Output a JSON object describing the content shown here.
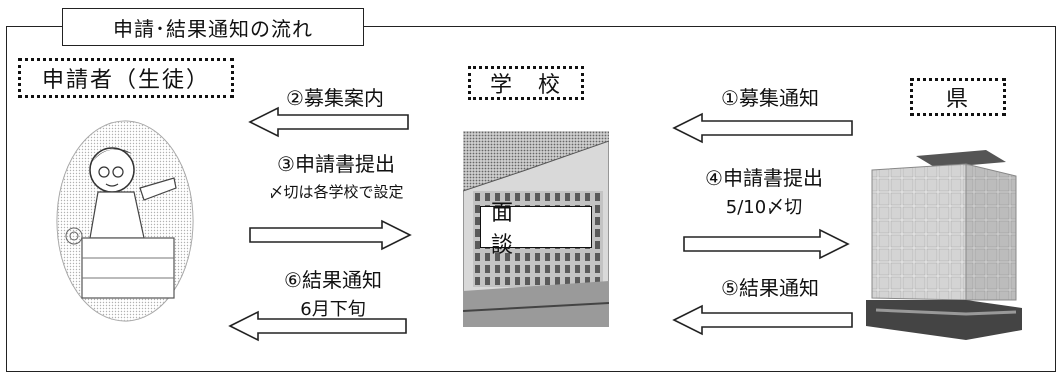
{
  "title": "申請･結果通知の流れ",
  "actors": {
    "applicant": "申請者（生徒）",
    "school": "学　校",
    "prefecture": "県"
  },
  "steps": {
    "s1": "①募集通知",
    "s2": "②募集案内",
    "s3": "③申請書提出",
    "s3_note": "〆切は各学校で設定",
    "s4": "④申請書提出",
    "s4_note": "5/10〆切",
    "s5": "⑤結果通知",
    "s6": "⑥結果通知",
    "s6_note": "6月下旬"
  },
  "center_label": "面　談",
  "icons": {
    "applicant": "student-illustration-icon",
    "school": "school-building-icon",
    "prefecture": "office-building-icon"
  }
}
